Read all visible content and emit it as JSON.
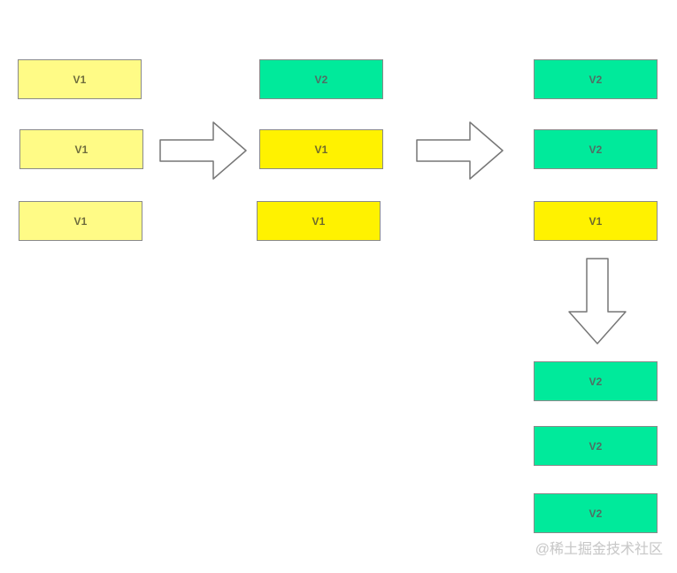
{
  "diagram": {
    "left_column": [
      {
        "label": "V1",
        "style": "v1-light"
      },
      {
        "label": "V1",
        "style": "v1-light"
      },
      {
        "label": "V1",
        "style": "v1-light"
      }
    ],
    "middle_column": [
      {
        "label": "V2",
        "style": "v2"
      },
      {
        "label": "V1",
        "style": "v1-strong"
      },
      {
        "label": "V1",
        "style": "v1-strong"
      }
    ],
    "right_column": [
      {
        "label": "V2",
        "style": "v2"
      },
      {
        "label": "V2",
        "style": "v2"
      },
      {
        "label": "V1",
        "style": "v1-strong"
      }
    ],
    "bottom_column": [
      {
        "label": "V2",
        "style": "v2"
      },
      {
        "label": "V2",
        "style": "v2"
      },
      {
        "label": "V2",
        "style": "v2"
      }
    ]
  },
  "watermark": {
    "text": "@稀土掘金技术社区"
  },
  "colors": {
    "v1_light": "#fffb86",
    "v1_strong": "#fff200",
    "v2": "#00ea9b",
    "arrow_stroke": "#777777",
    "border": "#8a8a8a"
  }
}
